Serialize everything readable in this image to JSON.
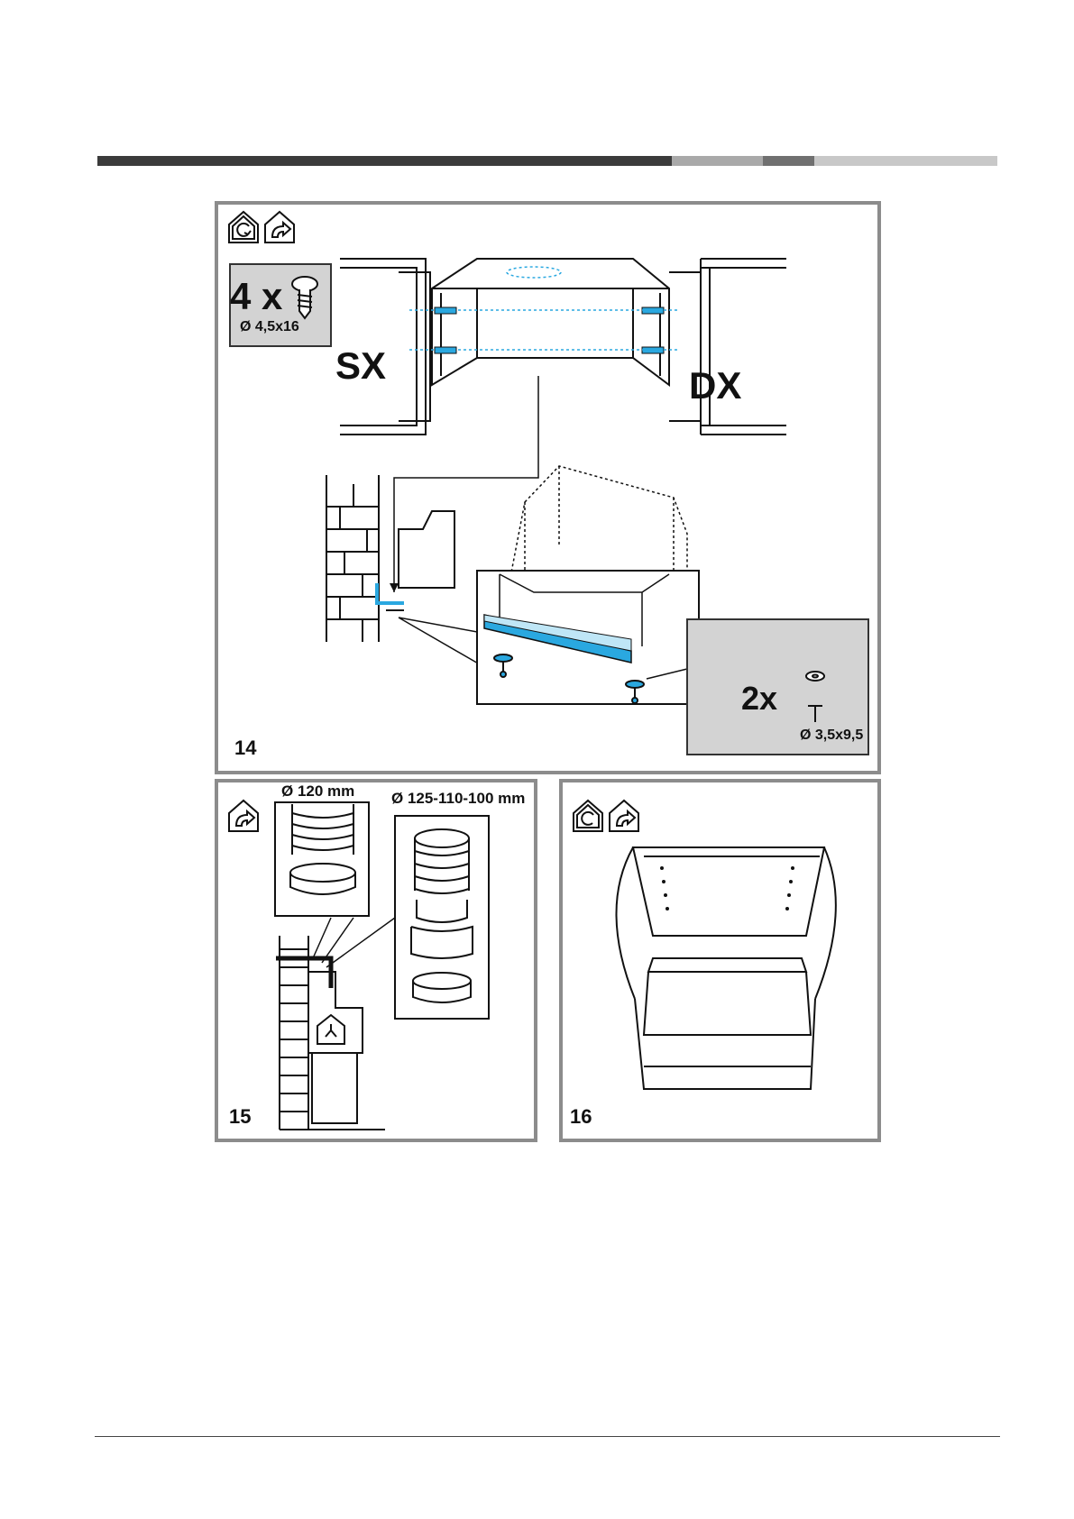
{
  "figures": {
    "fig14": {
      "number": "14",
      "screws_count": "4 x",
      "screws_size": "Ø 4,5x16",
      "left_side": "SX",
      "right_side": "DX",
      "washer_count": "2x",
      "washer_size": "Ø 3,5x9,5"
    },
    "fig15": {
      "number": "15",
      "duct_small": "Ø 120 mm",
      "duct_large": "Ø 125-110-100 mm"
    },
    "fig16": {
      "number": "16"
    }
  },
  "colors": {
    "bar_dark": "#3b3b3b",
    "bar_light": "#a9a9a9",
    "bar_mid": "#707070",
    "panel_border": "#8c8c8c",
    "label_box": "#d3d3d3",
    "accent_blue": "#2aa8e0"
  },
  "icons": [
    "recirculation-mode-icon",
    "extraction-mode-icon",
    "screw-icon",
    "washer-icon",
    "fan-icon"
  ]
}
